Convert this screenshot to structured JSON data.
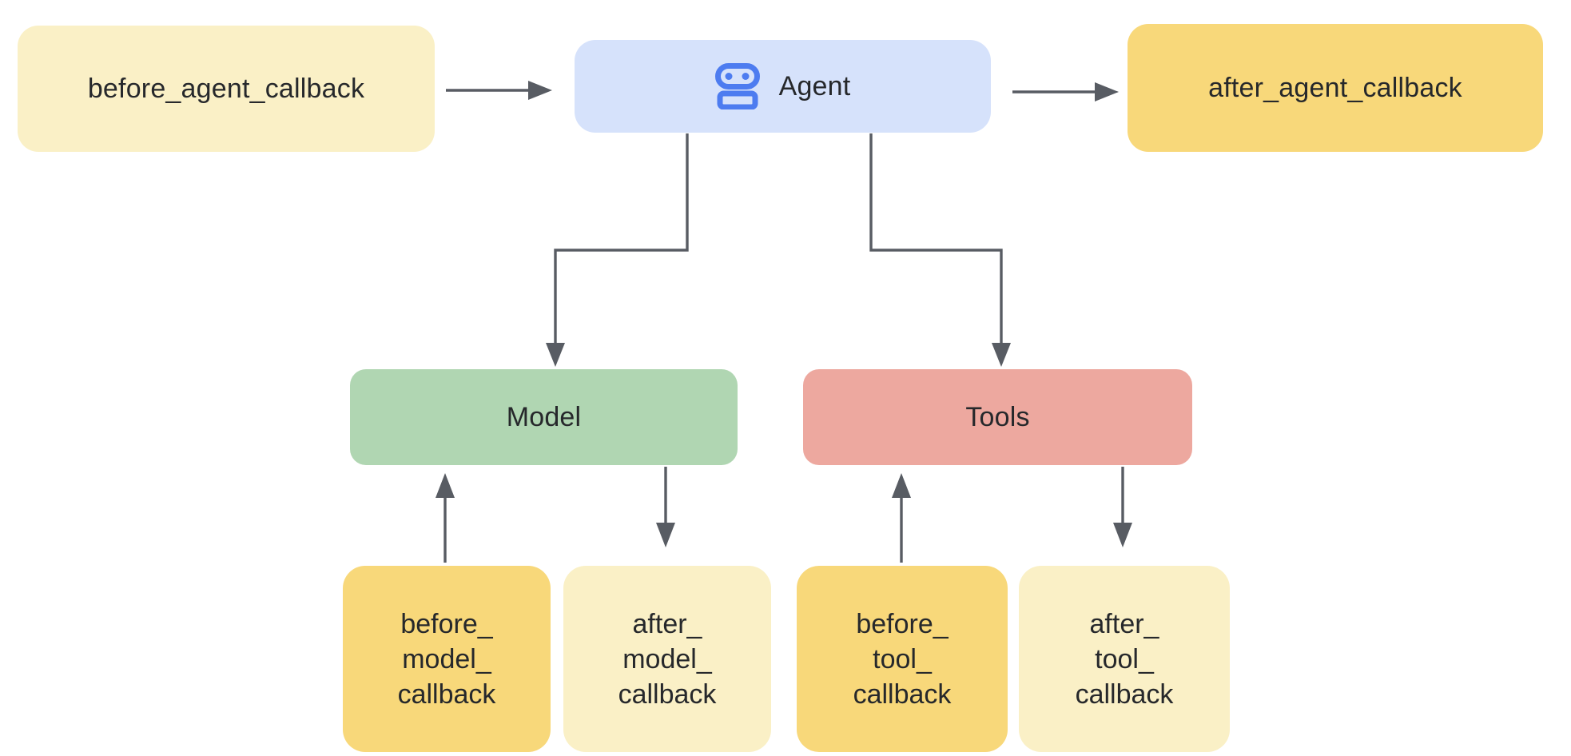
{
  "diagram": {
    "kind": "agent-callbacks-flow",
    "colors": {
      "background": "#ffffff",
      "pale_yellow": "#faf0c6",
      "gold": "#f8d87a",
      "light_blue": "#d6e2fb",
      "green": "#b0d6b2",
      "salmon": "#eda89f",
      "connector_gray": "#585c63",
      "robot_blue": "#4d7cf0",
      "text": "#26282b"
    },
    "nodes": {
      "before_agent": {
        "label": "before_agent_callback"
      },
      "agent": {
        "label": "Agent",
        "icon": "robot-icon"
      },
      "after_agent": {
        "label": "after_agent_callback"
      },
      "model": {
        "label": "Model"
      },
      "tools": {
        "label": "Tools"
      },
      "before_model": {
        "lines": [
          "before_",
          "model_",
          "callback"
        ]
      },
      "after_model": {
        "lines": [
          "after_",
          "model_",
          "callback"
        ]
      },
      "before_tool": {
        "lines": [
          "before_",
          "tool_",
          "callback"
        ]
      },
      "after_tool": {
        "lines": [
          "after_",
          "tool_",
          "callback"
        ]
      }
    },
    "edges": [
      {
        "from": "before_agent",
        "to": "agent"
      },
      {
        "from": "agent",
        "to": "after_agent"
      },
      {
        "from": "agent",
        "to": "model"
      },
      {
        "from": "agent",
        "to": "tools"
      },
      {
        "from": "before_model",
        "to": "model"
      },
      {
        "from": "model",
        "to": "after_model"
      },
      {
        "from": "before_tool",
        "to": "tools"
      },
      {
        "from": "tools",
        "to": "after_tool"
      }
    ]
  }
}
